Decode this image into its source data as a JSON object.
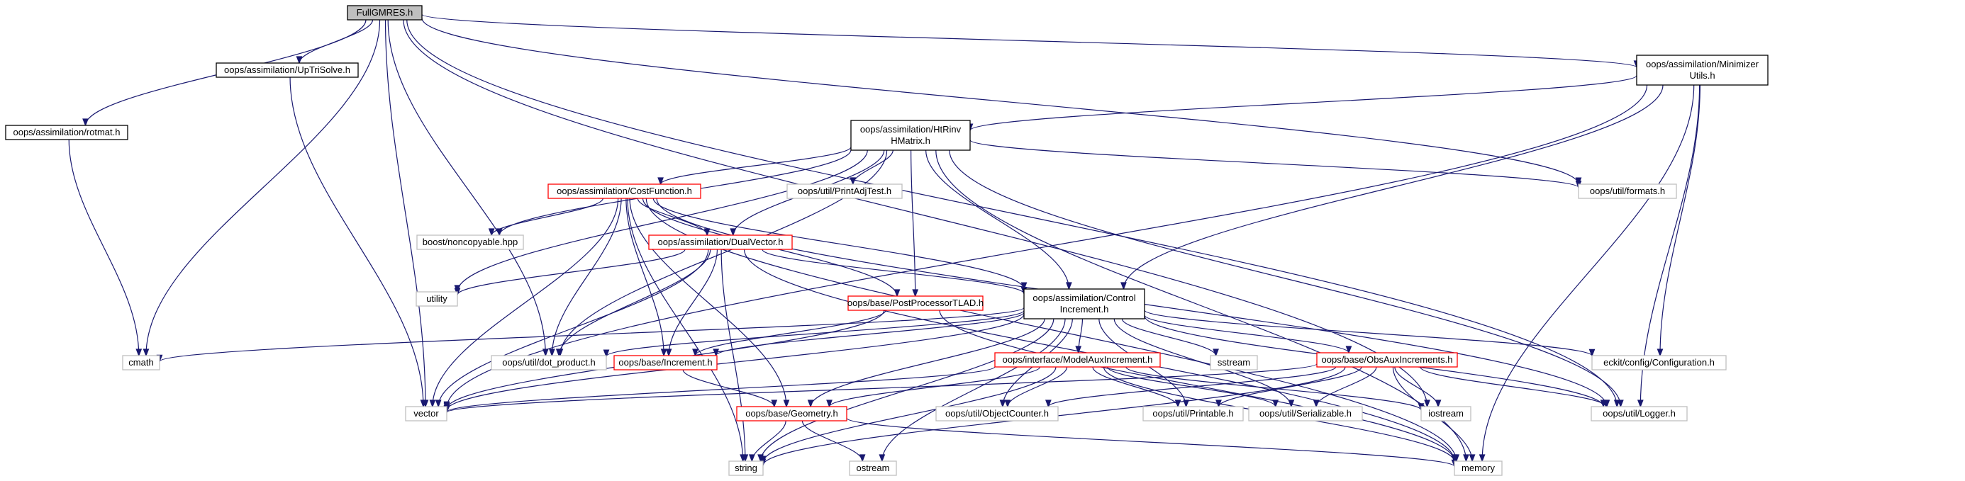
{
  "colors": {
    "edge": "#191970",
    "root_fill": "#bfbfbf",
    "root_stroke": "#000000",
    "normal_stroke": "#000000",
    "external_stroke": "#bfbfbf",
    "truncated_stroke": "#ff0000",
    "fill": "#ffffff"
  },
  "nodes": [
    {
      "id": "full_gmres",
      "name": "fullgmres-node",
      "kind": "root",
      "lines": [
        "FullGMRES.h"
      ]
    },
    {
      "id": "uptri",
      "name": "uptrisolve-node",
      "kind": "normal",
      "lines": [
        "oops/assimilation/UpTriSolve.h"
      ]
    },
    {
      "id": "minutils",
      "name": "minimizerutils-node",
      "kind": "normal",
      "lines": [
        "oops/assimilation/Minimizer",
        "Utils.h"
      ]
    },
    {
      "id": "rotmat",
      "name": "rotmat-node",
      "kind": "normal",
      "lines": [
        "oops/assimilation/rotmat.h"
      ]
    },
    {
      "id": "htrinv",
      "name": "htrinvhmatrix-node",
      "kind": "normal",
      "lines": [
        "oops/assimilation/HtRinv",
        "HMatrix.h"
      ]
    },
    {
      "id": "costfn",
      "name": "costfunction-node",
      "kind": "truncated",
      "lines": [
        "oops/assimilation/CostFunction.h"
      ]
    },
    {
      "id": "printadj",
      "name": "printadjtest-node",
      "kind": "external",
      "lines": [
        "oops/util/PrintAdjTest.h"
      ]
    },
    {
      "id": "formats",
      "name": "formats-node",
      "kind": "external",
      "lines": [
        "oops/util/formats.h"
      ]
    },
    {
      "id": "noncopy",
      "name": "noncopyable-node",
      "kind": "external",
      "lines": [
        "boost/noncopyable.hpp"
      ]
    },
    {
      "id": "dualvec",
      "name": "dualvector-node",
      "kind": "truncated",
      "lines": [
        "oops/assimilation/DualVector.h"
      ]
    },
    {
      "id": "utility",
      "name": "utility-node",
      "kind": "external",
      "lines": [
        "utility"
      ]
    },
    {
      "id": "pptlad",
      "name": "postprocessortlad-node",
      "kind": "truncated",
      "lines": [
        "oops/base/PostProcessorTLAD.h"
      ]
    },
    {
      "id": "ctrlinc",
      "name": "controlincrement-node",
      "kind": "normal",
      "lines": [
        "oops/assimilation/Control",
        "Increment.h"
      ]
    },
    {
      "id": "cmath",
      "name": "cmath-node",
      "kind": "external",
      "lines": [
        "cmath"
      ]
    },
    {
      "id": "dotprod",
      "name": "dot-product-node",
      "kind": "external",
      "lines": [
        "oops/util/dot_product.h"
      ]
    },
    {
      "id": "increment",
      "name": "increment-node",
      "kind": "truncated",
      "lines": [
        "oops/base/Increment.h"
      ]
    },
    {
      "id": "modelaux",
      "name": "modelauxincrement-node",
      "kind": "truncated",
      "lines": [
        "oops/interface/ModelAuxIncrement.h"
      ]
    },
    {
      "id": "sstream",
      "name": "sstream-node",
      "kind": "external",
      "lines": [
        "sstream"
      ]
    },
    {
      "id": "obsaux",
      "name": "obsauxincrements-node",
      "kind": "truncated",
      "lines": [
        "oops/base/ObsAuxIncrements.h"
      ]
    },
    {
      "id": "eckit",
      "name": "eckit-configuration-node",
      "kind": "external",
      "lines": [
        "eckit/config/Configuration.h"
      ]
    },
    {
      "id": "vector",
      "name": "vector-node",
      "kind": "external",
      "lines": [
        "vector"
      ]
    },
    {
      "id": "geometry",
      "name": "geometry-node",
      "kind": "truncated",
      "lines": [
        "oops/base/Geometry.h"
      ]
    },
    {
      "id": "objcounter",
      "name": "objectcounter-node",
      "kind": "external",
      "lines": [
        "oops/util/ObjectCounter.h"
      ]
    },
    {
      "id": "printable",
      "name": "printable-node",
      "kind": "external",
      "lines": [
        "oops/util/Printable.h"
      ]
    },
    {
      "id": "serializable",
      "name": "serializable-node",
      "kind": "external",
      "lines": [
        "oops/util/Serializable.h"
      ]
    },
    {
      "id": "iostream",
      "name": "iostream-node",
      "kind": "external",
      "lines": [
        "iostream"
      ]
    },
    {
      "id": "logger",
      "name": "logger-node",
      "kind": "external",
      "lines": [
        "oops/util/Logger.h"
      ]
    },
    {
      "id": "string",
      "name": "string-node",
      "kind": "external",
      "lines": [
        "string"
      ]
    },
    {
      "id": "ostream",
      "name": "ostream-node",
      "kind": "external",
      "lines": [
        "ostream"
      ]
    },
    {
      "id": "memory",
      "name": "memory-node",
      "kind": "external",
      "lines": [
        "memory"
      ]
    }
  ],
  "edges": [
    [
      "full_gmres",
      "uptri"
    ],
    [
      "full_gmres",
      "minutils"
    ],
    [
      "full_gmres",
      "rotmat"
    ],
    [
      "full_gmres",
      "cmath"
    ],
    [
      "full_gmres",
      "vector"
    ],
    [
      "full_gmres",
      "dotprod"
    ],
    [
      "full_gmres",
      "formats"
    ],
    [
      "full_gmres",
      "iostream"
    ],
    [
      "full_gmres",
      "logger"
    ],
    [
      "uptri",
      "vector"
    ],
    [
      "rotmat",
      "cmath"
    ],
    [
      "minutils",
      "htrinv"
    ],
    [
      "minutils",
      "vector"
    ],
    [
      "minutils",
      "ctrlinc"
    ],
    [
      "minutils",
      "eckit"
    ],
    [
      "minutils",
      "logger"
    ],
    [
      "minutils",
      "memory"
    ],
    [
      "htrinv",
      "costfn"
    ],
    [
      "htrinv",
      "printadj"
    ],
    [
      "htrinv",
      "formats"
    ],
    [
      "htrinv",
      "noncopy"
    ],
    [
      "htrinv",
      "utility"
    ],
    [
      "htrinv",
      "dualvec"
    ],
    [
      "htrinv",
      "pptlad"
    ],
    [
      "htrinv",
      "ctrlinc"
    ],
    [
      "htrinv",
      "dotprod"
    ],
    [
      "htrinv",
      "logger"
    ],
    [
      "htrinv",
      "memory"
    ],
    [
      "costfn",
      "noncopy"
    ],
    [
      "costfn",
      "dualvec"
    ],
    [
      "costfn",
      "pptlad"
    ],
    [
      "costfn",
      "ctrlinc"
    ],
    [
      "costfn",
      "dotprod"
    ],
    [
      "costfn",
      "increment"
    ],
    [
      "costfn",
      "geometry"
    ],
    [
      "costfn",
      "vector"
    ],
    [
      "costfn",
      "string"
    ],
    [
      "costfn",
      "logger"
    ],
    [
      "costfn",
      "memory"
    ],
    [
      "dualvec",
      "utility"
    ],
    [
      "dualvec",
      "ctrlinc"
    ],
    [
      "dualvec",
      "dotprod"
    ],
    [
      "dualvec",
      "increment"
    ],
    [
      "dualvec",
      "vector"
    ],
    [
      "dualvec",
      "string"
    ],
    [
      "dualvec",
      "memory"
    ],
    [
      "pptlad",
      "increment"
    ],
    [
      "pptlad",
      "vector"
    ],
    [
      "pptlad",
      "memory"
    ],
    [
      "ctrlinc",
      "cmath"
    ],
    [
      "ctrlinc",
      "dotprod"
    ],
    [
      "ctrlinc",
      "increment"
    ],
    [
      "ctrlinc",
      "modelaux"
    ],
    [
      "ctrlinc",
      "sstream"
    ],
    [
      "ctrlinc",
      "obsaux"
    ],
    [
      "ctrlinc",
      "eckit"
    ],
    [
      "ctrlinc",
      "vector"
    ],
    [
      "ctrlinc",
      "geometry"
    ],
    [
      "ctrlinc",
      "objcounter"
    ],
    [
      "ctrlinc",
      "printable"
    ],
    [
      "ctrlinc",
      "serializable"
    ],
    [
      "ctrlinc",
      "logger"
    ],
    [
      "ctrlinc",
      "string"
    ],
    [
      "ctrlinc",
      "ostream"
    ],
    [
      "increment",
      "geometry"
    ],
    [
      "modelaux",
      "vector"
    ],
    [
      "modelaux",
      "geometry"
    ],
    [
      "modelaux",
      "objcounter"
    ],
    [
      "modelaux",
      "printable"
    ],
    [
      "modelaux",
      "serializable"
    ],
    [
      "modelaux",
      "iostream"
    ],
    [
      "modelaux",
      "string"
    ],
    [
      "modelaux",
      "memory"
    ],
    [
      "obsaux",
      "vector"
    ],
    [
      "obsaux",
      "objcounter"
    ],
    [
      "obsaux",
      "printable"
    ],
    [
      "obsaux",
      "serializable"
    ],
    [
      "obsaux",
      "iostream"
    ],
    [
      "obsaux",
      "logger"
    ],
    [
      "obsaux",
      "string"
    ],
    [
      "obsaux",
      "memory"
    ],
    [
      "geometry",
      "string"
    ],
    [
      "geometry",
      "ostream"
    ],
    [
      "geometry",
      "memory"
    ]
  ]
}
